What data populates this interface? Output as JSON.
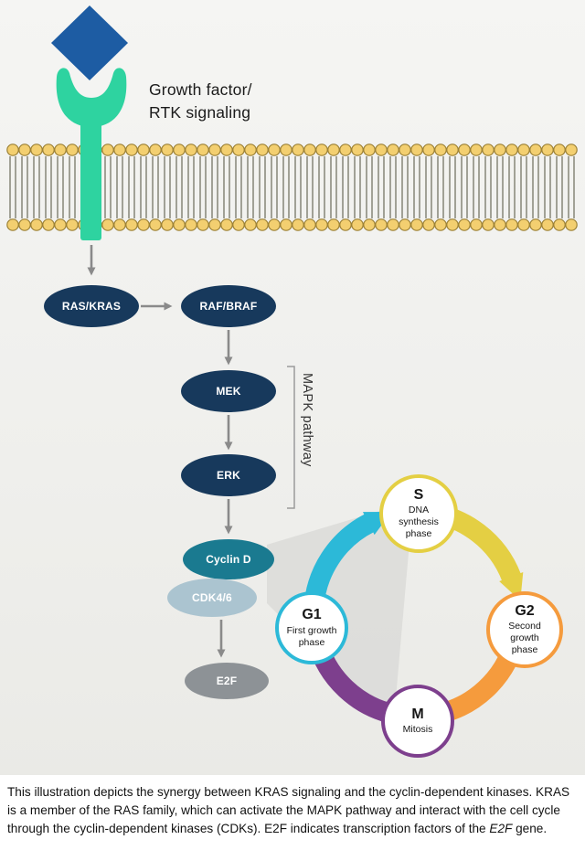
{
  "receptor_label": {
    "line1": "Growth factor/",
    "line2": "RTK signaling"
  },
  "pathway": {
    "nodes": [
      {
        "id": "ras_kras",
        "label": "RAS/KRAS"
      },
      {
        "id": "raf_braf",
        "label": "RAF/BRAF"
      },
      {
        "id": "mek",
        "label": "MEK"
      },
      {
        "id": "erk",
        "label": "ERK"
      },
      {
        "id": "cyclin_d",
        "label": "Cyclin D"
      },
      {
        "id": "cdk4_6",
        "label": "CDK4/6"
      },
      {
        "id": "e2f",
        "label": "E2F"
      }
    ],
    "bracket_label": "MAPK pathway"
  },
  "cell_cycle": {
    "phases": [
      {
        "abbr": "S",
        "name": "DNA synthesis phase",
        "color": "#e4cf43"
      },
      {
        "abbr": "G2",
        "name": "Second growth phase",
        "color": "#f59b3d"
      },
      {
        "abbr": "M",
        "name": "Mitosis",
        "color": "#7d3f8d"
      },
      {
        "abbr": "G1",
        "name": "First growth phase",
        "color": "#2cb9d8"
      }
    ]
  },
  "caption": {
    "text_before_italic": "This illustration depicts the synergy between KRAS signaling and the cyclin-dependent kinases. KRAS is a member of the RAS family, which can activate the MAPK pathway and interact with the cell cycle through the cyclin-dependent kinases (CDKs).  E2F indicates transcription factors of the ",
    "italic": "E2F",
    "text_after_italic": " gene."
  },
  "colors": {
    "node_navy": "#17395c",
    "cyclin_teal": "#1a7a90",
    "cdk_light": "#abc4d0",
    "e2f_gray": "#8d9296",
    "receptor_teal": "#2ed3a0",
    "growth_factor_blue": "#1d5ca3",
    "arrow_gray": "#8a8a8a",
    "bracket_gray": "#9b9b9b",
    "membrane_head": "#f3cf70",
    "membrane_head_outline": "#9c8136",
    "membrane_tail": "#6b6b5a",
    "wedge_gray": "#dbdbd8"
  }
}
